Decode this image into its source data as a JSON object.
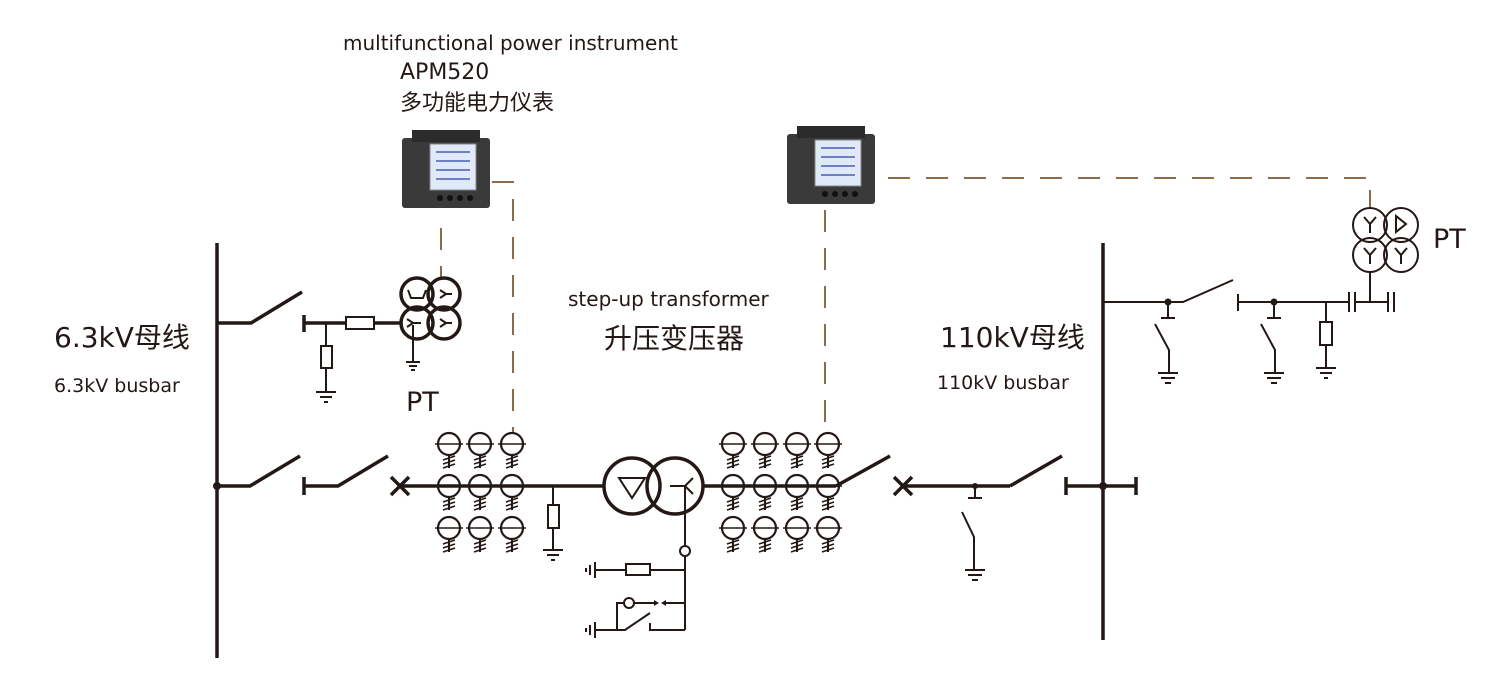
{
  "meter": {
    "caption_en": "multifunctional power instrument",
    "model": "APM520",
    "caption_zh": "多功能电力仪表"
  },
  "transformer": {
    "label_en": "step-up transformer",
    "label_zh": "升压变压器"
  },
  "bus_left": {
    "label_zh": "6.3kV母线",
    "label_en": "6.3kV busbar"
  },
  "bus_right": {
    "label_zh": "110kV母线",
    "label_en": "110kV busbar"
  },
  "pt_left": {
    "label": "PT"
  },
  "pt_right": {
    "label": "PT"
  },
  "colors": {
    "line": "#231815",
    "signal_dashed": "#8c6b4c"
  }
}
